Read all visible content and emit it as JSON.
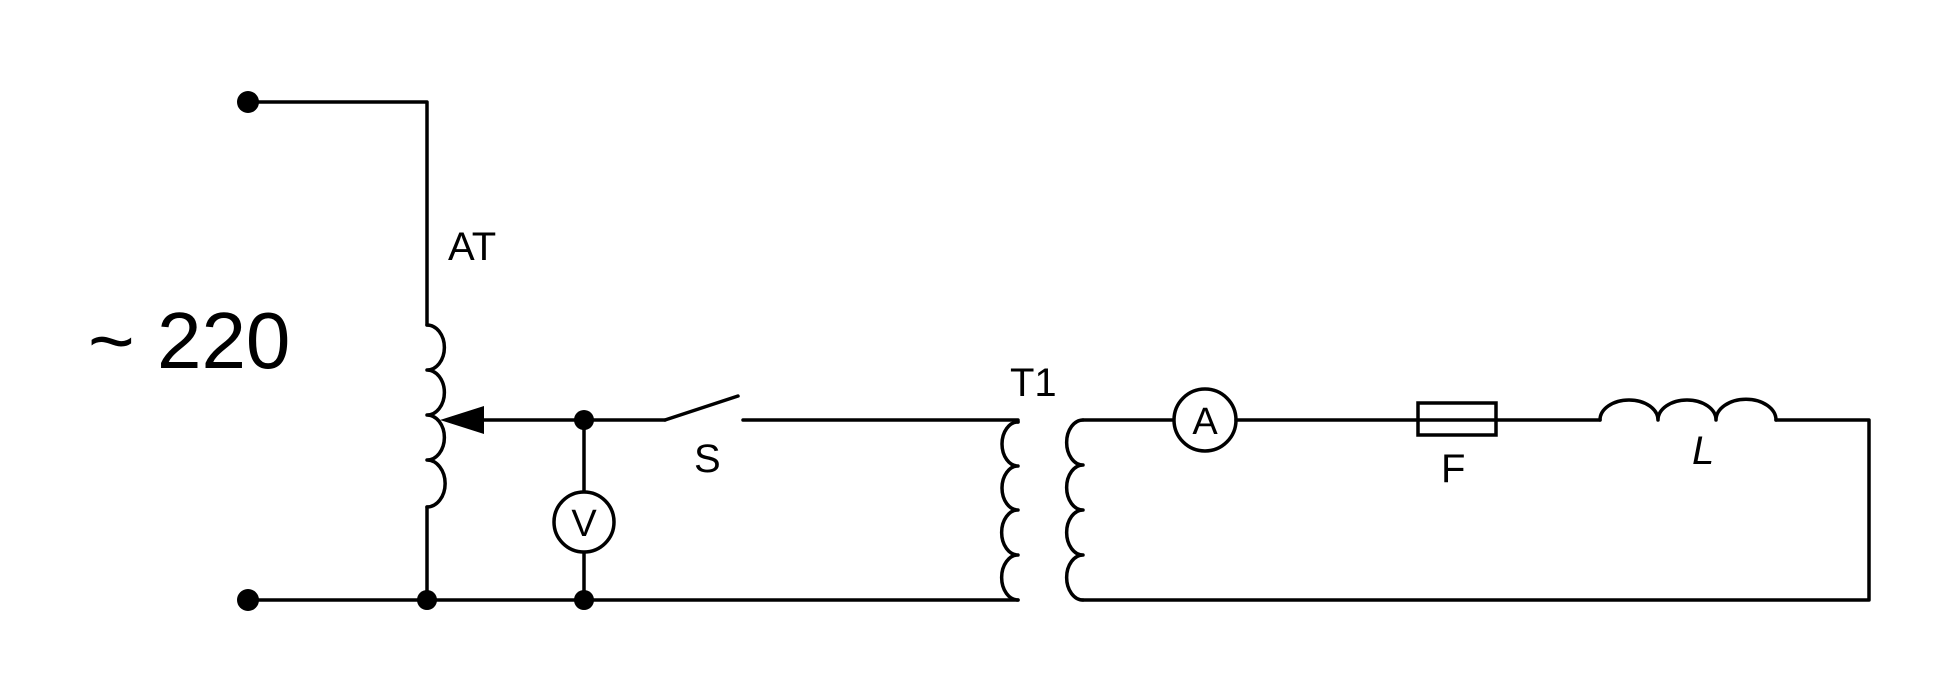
{
  "diagram": {
    "labels": {
      "supply": "~ 220",
      "autotransformer": "AT",
      "switch": "S",
      "transformer": "T1",
      "fuse": "F",
      "inductor": "L"
    },
    "meters": {
      "voltmeter": "V",
      "ammeter": "A"
    }
  }
}
